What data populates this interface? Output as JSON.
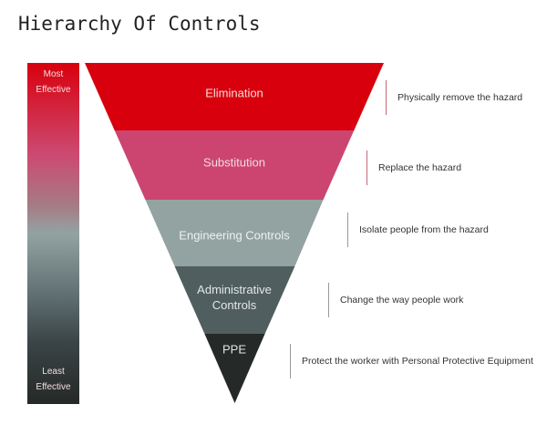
{
  "title": "Hierarchy Of Controls",
  "scale": {
    "top": "Most Effective",
    "bottom": "Least Effective"
  },
  "levels": [
    {
      "name": "Elimination",
      "description": "Physically remove the hazard",
      "color": "#d8000c"
    },
    {
      "name": "Substitution",
      "description": "Replace the hazard",
      "color": "#cc4570"
    },
    {
      "name": "Engineering Controls",
      "description": "Isolate people from the hazard",
      "color": "#93a3a2"
    },
    {
      "name": "Administrative Controls",
      "description": "Change the way people work",
      "color": "#505e5f"
    },
    {
      "name": "PPE",
      "description": "Protect the worker with Personal Protective Equipment",
      "color": "#252928"
    }
  ]
}
